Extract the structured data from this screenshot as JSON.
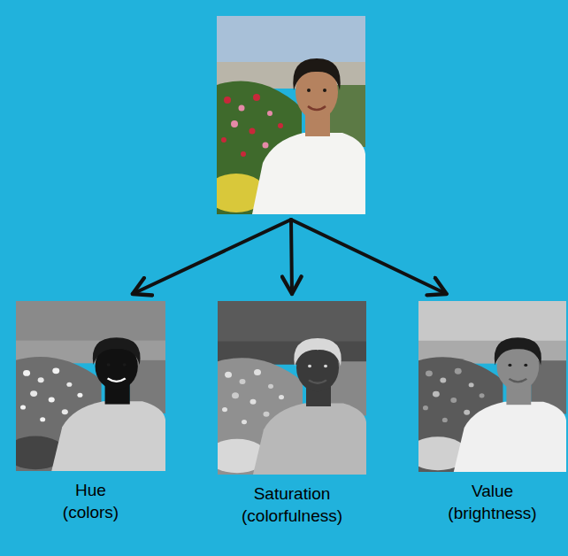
{
  "diagram": {
    "nodes": [
      {
        "text": []
      },
      {
        "text": [
          "Hue (colors)"
        ]
      },
      {
        "text": [
          "Saturation (colorfulness)"
        ]
      },
      {
        "text": [
          "Value (brightness)"
        ]
      }
    ],
    "edges": [
      {
        "from": 0,
        "to": 1,
        "arrow": "to"
      },
      {
        "from": 0,
        "to": 2,
        "arrow": "to"
      },
      {
        "from": 0,
        "to": 3,
        "arrow": "to"
      }
    ]
  }
}
